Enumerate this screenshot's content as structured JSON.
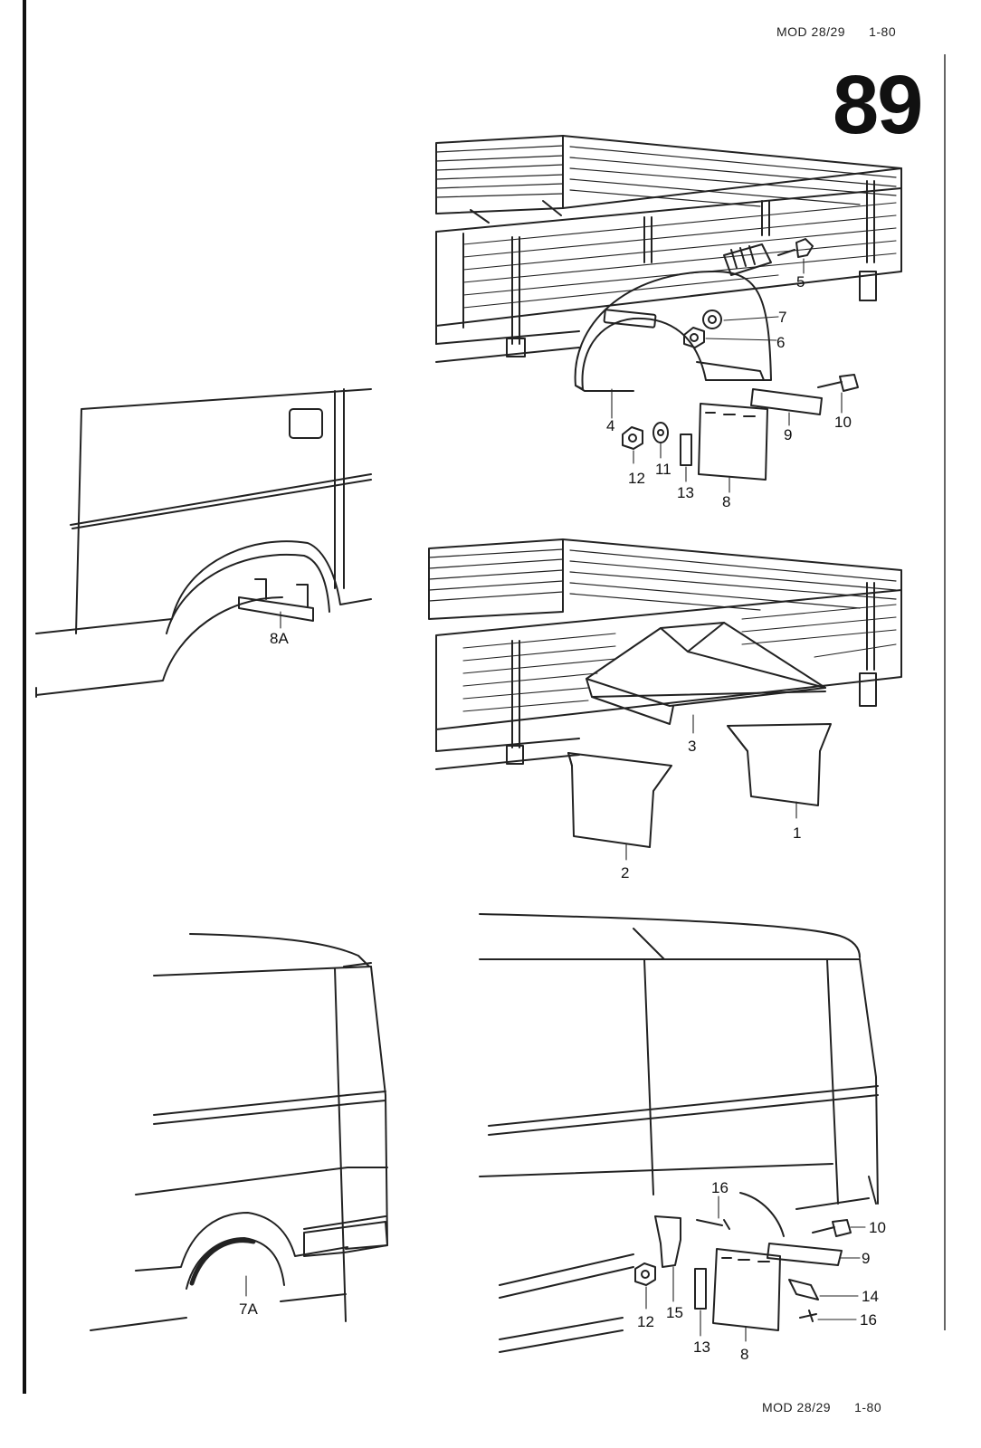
{
  "header": {
    "model": "MOD 28/29",
    "edition": "1-80"
  },
  "footer": {
    "model": "MOD 28/29",
    "edition": "1-80"
  },
  "page_number": "89",
  "callouts": {
    "pickup_fender": [
      "5",
      "7",
      "6",
      "10",
      "4",
      "9",
      "12",
      "11",
      "13",
      "8"
    ],
    "van_bracket": [
      "8A"
    ],
    "pickup_box": [
      "3",
      "1",
      "2"
    ],
    "short_van": [
      "7A"
    ],
    "long_van_flap": [
      "16",
      "10",
      "9",
      "14",
      "16",
      "12",
      "15",
      "13",
      "8"
    ]
  }
}
